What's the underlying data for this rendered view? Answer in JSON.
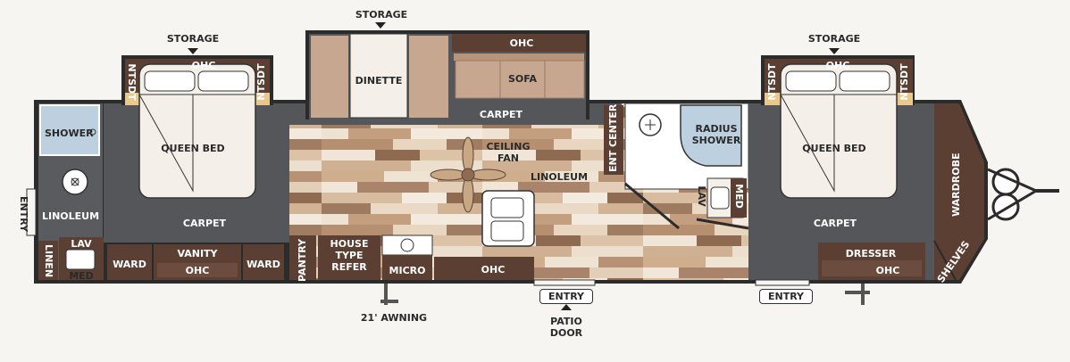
{
  "colors": {
    "wall": "#2b2b2b",
    "carpet": "#55565a",
    "cabinet": "#5b3f33",
    "linoleum_light": "#e8d8c4",
    "linoleum_mid": "#c9a785",
    "linoleum_dark": "#8f6b52",
    "bed": "#f4efe9",
    "sofa": "#c7a790",
    "tile": "#bcd0df"
  },
  "labels": {
    "storage_front_slide": "STORAGE",
    "storage_left": "STORAGE",
    "storage_right": "STORAGE",
    "ohc_left_bed": "OHC",
    "ntsdt_left_a": "NTSDT",
    "ntsdt_left_b": "NTSDT",
    "queen_bed_left": "QUEEN BED",
    "shower": "SHOWER",
    "linoleum_bath": "LINOLEUM",
    "entry_rear": "ENTRY",
    "carpet_left": "CARPET",
    "lav_left": "LAV",
    "med_left": "MED",
    "linen": "LINEN",
    "ward_left_a": "WARD",
    "vanity": "VANITY",
    "ohc_vanity": "OHC",
    "ward_left_b": "WARD",
    "dinette": "DINETTE",
    "ohc_slide": "OHC",
    "sofa": "SOFA",
    "carpet_slide": "CARPET",
    "ceiling_fan_line1": "CEILING",
    "ceiling_fan_line2": "FAN",
    "linoleum_main": "LINOLEUM",
    "ent_center": "ENT CENTER",
    "pantry": "PANTRY",
    "house_type_refer_line1": "HOUSE",
    "house_type_refer_line2": "TYPE",
    "house_type_refer_line3": "REFER",
    "micro": "MICRO",
    "ohc_kitchen": "OHC",
    "radius_shower_line1": "RADIUS",
    "radius_shower_line2": "SHOWER",
    "lav_right": "LAV",
    "med_right": "MED",
    "ohc_right_bed": "OHC",
    "ntsdt_right_a": "NTSDT",
    "ntsdt_right_b": "NTSDT",
    "queen_bed_right": "QUEEN BED",
    "carpet_right": "CARPET",
    "dresser": "DRESSER",
    "ohc_dresser": "OHC",
    "wardrobe": "WARDROBE",
    "shelves": "SHELVES",
    "entry_patio": "ENTRY",
    "patio_door_line1": "PATIO",
    "patio_door_line2": "DOOR",
    "entry_front": "ENTRY",
    "awning": "21' AWNING"
  }
}
